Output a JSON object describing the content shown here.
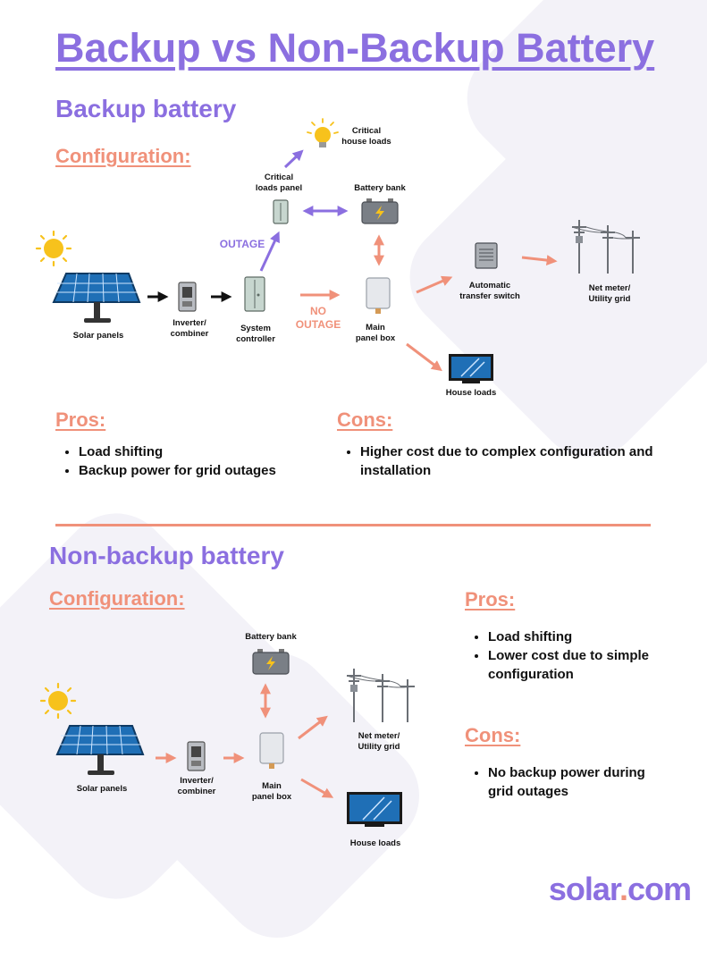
{
  "title": "Backup vs Non-Backup Battery",
  "backup": {
    "heading": "Backup battery",
    "configuration_heading": "Configuration:",
    "nodes": {
      "solar_panels": "Solar panels",
      "inverter": [
        "Inverter/",
        "combiner"
      ],
      "system_controller": [
        "System",
        "controller"
      ],
      "critical_loads_panel": [
        "Critical",
        "loads panel"
      ],
      "critical_house_loads": [
        "Critical",
        "house loads"
      ],
      "battery_bank": "Battery bank",
      "main_panel_box": [
        "Main",
        "panel box"
      ],
      "automatic_transfer_switch": [
        "Automatic",
        "transfer switch"
      ],
      "net_meter": [
        "Net meter/",
        "Utility grid"
      ],
      "house_loads": "House loads"
    },
    "outage_label": "OUTAGE",
    "no_outage_label": [
      "NO",
      "OUTAGE"
    ],
    "pros_heading": "Pros:",
    "pros": [
      "Load shifting",
      "Backup power for grid outages"
    ],
    "cons_heading": "Cons:",
    "cons": [
      "Higher cost due to complex configuration and installation"
    ]
  },
  "nonbackup": {
    "heading": "Non-backup battery",
    "configuration_heading": "Configuration:",
    "nodes": {
      "battery_bank": "Battery bank",
      "solar_panels": "Solar panels",
      "inverter": [
        "Inverter/",
        "combiner"
      ],
      "main_panel_box": [
        "Main",
        "panel box"
      ],
      "net_meter": [
        "Net meter/",
        "Utility grid"
      ],
      "house_loads": "House loads"
    },
    "pros_heading": "Pros:",
    "pros": [
      "Load shifting",
      "Lower cost due to simple configuration"
    ],
    "cons_heading": "Cons:",
    "cons": [
      "No backup power during grid outages"
    ]
  },
  "logo": {
    "name": "solar",
    "dot": ".",
    "tld": "com"
  },
  "colors": {
    "purple": "#8b6fe0",
    "salmon": "#f0917a",
    "black": "#111111",
    "background_shape": "#f3f2f8"
  }
}
